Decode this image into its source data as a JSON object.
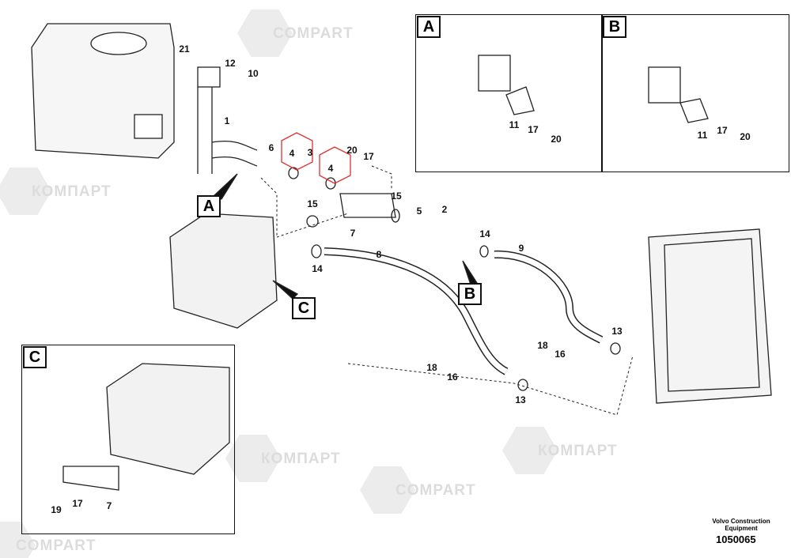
{
  "watermark": {
    "latin": "COMPART",
    "cyrillic": "КОМПАРТ"
  },
  "callouts": [
    "21",
    "12",
    "10",
    "1",
    "6",
    "4",
    "3",
    "20",
    "17",
    "4",
    "15",
    "15",
    "5",
    "2",
    "7",
    "14",
    "9",
    "14",
    "8",
    "18",
    "16",
    "13",
    "18",
    "16",
    "13"
  ],
  "detail_a": {
    "title": "A",
    "callouts": [
      "11",
      "17",
      "20"
    ]
  },
  "detail_b": {
    "title": "B",
    "callouts": [
      "11",
      "17",
      "20"
    ]
  },
  "detail_c": {
    "title": "C",
    "callouts": [
      "19",
      "17",
      "7"
    ]
  },
  "view_markers": {
    "a": "A",
    "b": "B",
    "c": "C"
  },
  "footer": {
    "company": "Volvo Construction Equipment",
    "drawing_number": "1050065"
  },
  "colors": {
    "highlight": "#e03030",
    "watermark": "#e4e4e4"
  }
}
